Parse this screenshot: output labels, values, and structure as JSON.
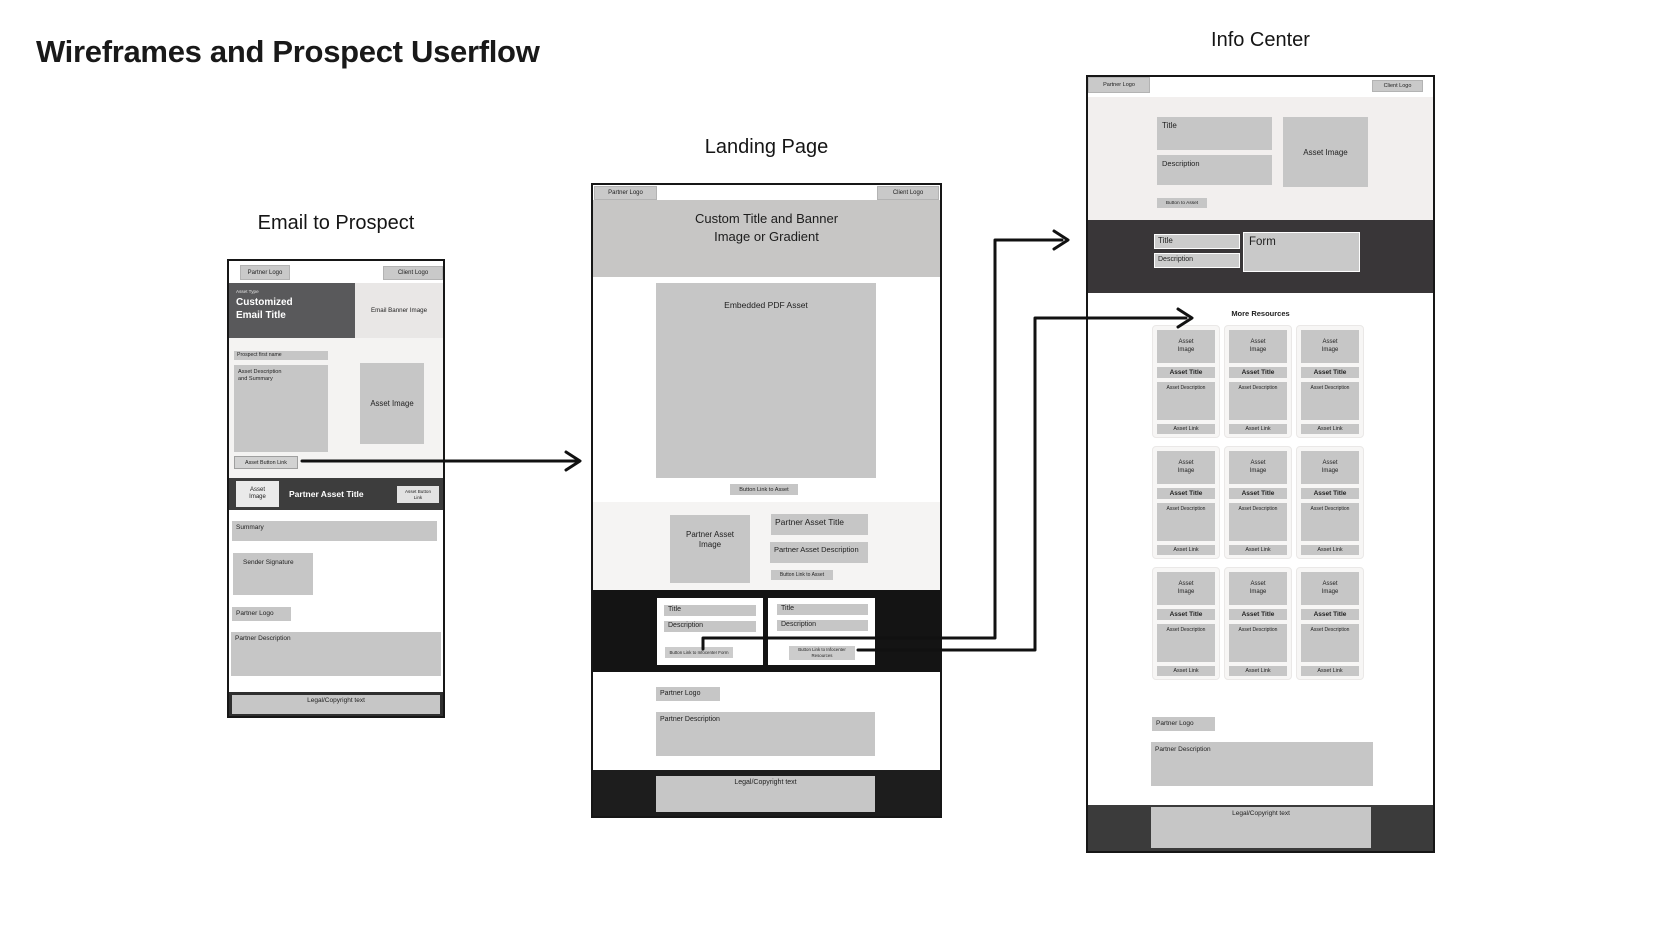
{
  "page": {
    "title": "Wireframes and Prospect Userflow"
  },
  "email": {
    "title": "Email to Prospect",
    "header": {
      "partner_logo": "Partner Logo",
      "client_logo": "Client Logo"
    },
    "hero": {
      "asset_type": "Asset Type",
      "title": "Customized\nEmail Title",
      "banner": "Email Banner Image"
    },
    "body": {
      "prospect_first_name": "Prospect first name",
      "asset_description": "Asset Description\nand Summary",
      "asset_image": "Asset Image",
      "asset_button": "Asset Button Link"
    },
    "partner_bar": {
      "asset_image": "Asset\nImage",
      "title": "Partner Asset Title",
      "button": "Asset Button\nLink"
    },
    "lower": {
      "summary": "Summary",
      "sender_signature": "Sender Signature",
      "partner_logo": "Partner Logo",
      "partner_description": "Partner Description"
    },
    "footer": {
      "legal": "Legal/Copyright text"
    }
  },
  "landing": {
    "title": "Landing Page",
    "header": {
      "partner_logo": "Partner Logo",
      "client_logo": "Client Logo"
    },
    "banner_title": "Custom Title and Banner\nImage or Gradient",
    "pdf": "Embedded PDF Asset",
    "pdf_button": "Button Link to Asset",
    "partner_asset": {
      "image": "Partner Asset\nImage",
      "title": "Partner Asset Title",
      "description": "Partner Asset Description",
      "button": "Button Link to Asset"
    },
    "cards": [
      {
        "title": "Title",
        "description": "Description",
        "button": "Button Link to Infocenter Form"
      },
      {
        "title": "Title",
        "description": "Description",
        "button": "Button Link to Infocenter\nResources"
      }
    ],
    "lower": {
      "partner_logo": "Partner Logo",
      "partner_description": "Partner Description"
    },
    "footer": {
      "legal": "Legal/Copyright text"
    }
  },
  "infocenter": {
    "title": "Info Center",
    "header": {
      "partner_logo": "Partner Logo",
      "client_logo": "Client Logo"
    },
    "hero": {
      "title": "Title",
      "description": "Description",
      "asset_image": "Asset Image",
      "button": "Button to Asset"
    },
    "form_section": {
      "title": "Title",
      "description": "Description",
      "form": "Form"
    },
    "resources": {
      "heading": "More Resources",
      "card": {
        "image": "Asset\nImage",
        "title": "Asset Title",
        "description": "Asset Description",
        "link": "Asset Link"
      }
    },
    "lower": {
      "partner_logo": "Partner Logo",
      "partner_description": "Partner Description"
    },
    "footer": {
      "legal": "Legal/Copyright text"
    }
  },
  "colors": {
    "accent_dark": "#161616",
    "gray_box": "#c6c6c6",
    "email_hero_dark": "#59595b",
    "info_hero_light": "#f2efee"
  }
}
